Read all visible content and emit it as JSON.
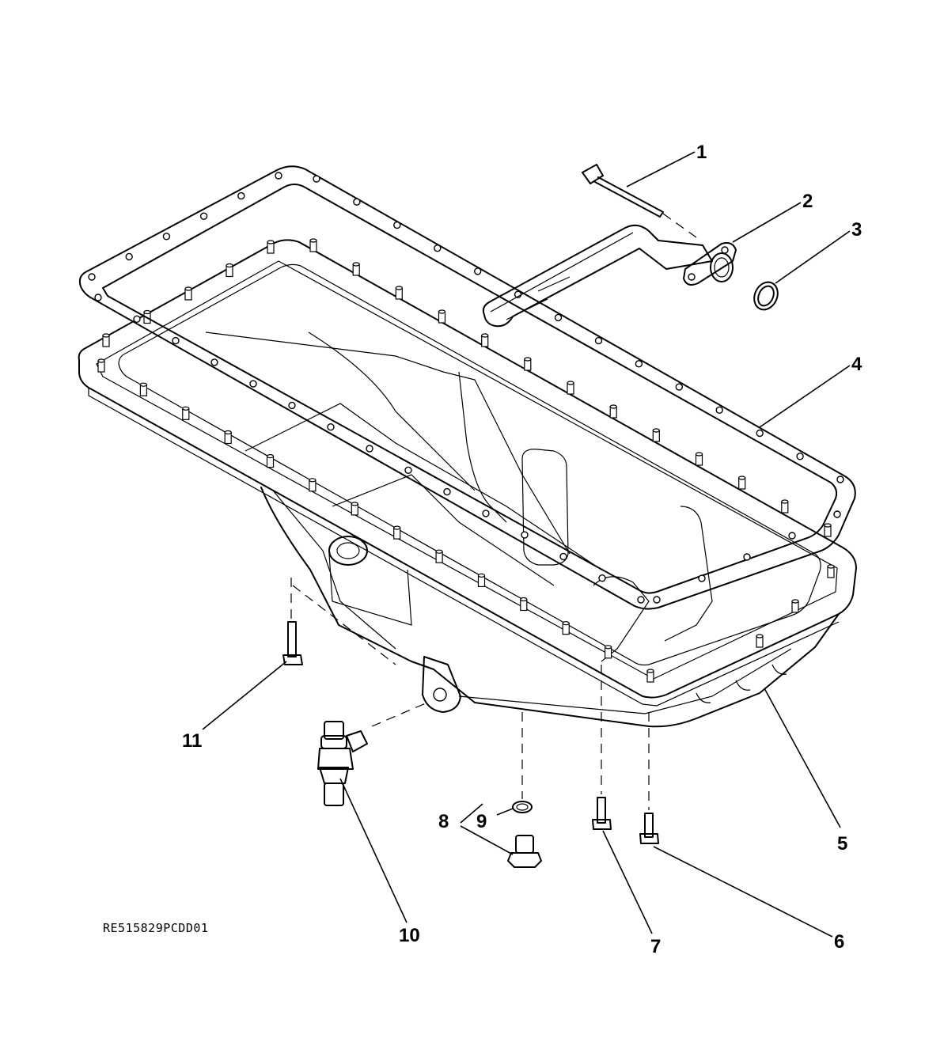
{
  "figure": {
    "reference_code": "RE515829PCDD01"
  },
  "callouts": [
    {
      "id": "c1",
      "label": "1"
    },
    {
      "id": "c2",
      "label": "2"
    },
    {
      "id": "c3",
      "label": "3"
    },
    {
      "id": "c4",
      "label": "4"
    },
    {
      "id": "c5",
      "label": "5"
    },
    {
      "id": "c6",
      "label": "6"
    },
    {
      "id": "c7",
      "label": "7"
    },
    {
      "id": "c8",
      "label": "8"
    },
    {
      "id": "c9",
      "label": "9"
    },
    {
      "id": "c10",
      "label": "10"
    },
    {
      "id": "c11",
      "label": "11"
    }
  ]
}
